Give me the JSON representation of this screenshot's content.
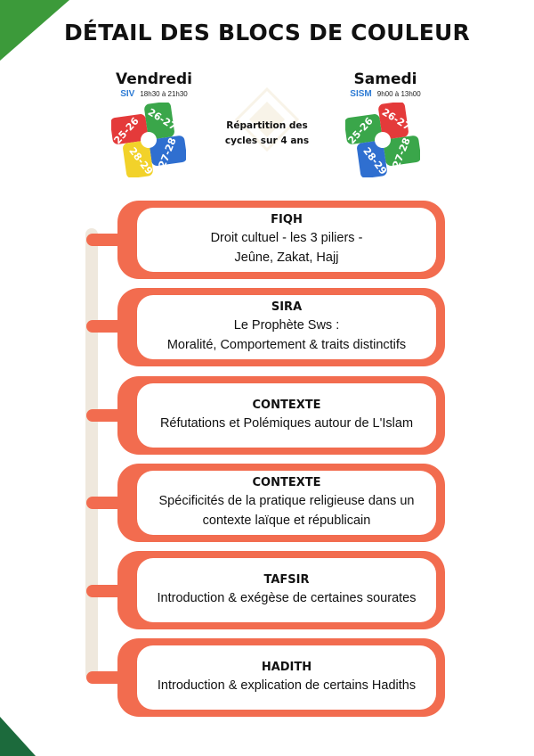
{
  "title": "DÉTAIL DES BLOCS DE COULEUR",
  "center_text": "Répartition des cycles sur 4 ans",
  "days": [
    {
      "name": "Vendredi",
      "code": "SIV",
      "time": "18h30 à 21h30",
      "cycles": [
        "25-26",
        "26-27",
        "27-28",
        "28-29"
      ]
    },
    {
      "name": "Samedi",
      "code": "SISM",
      "time": "9h00 à 13h00",
      "cycles": [
        "25-26",
        "26-27",
        "27-28",
        "28-29"
      ]
    }
  ],
  "colors": {
    "red": "#e43a3a",
    "green": "#3aa64a",
    "blue": "#2f6fd0",
    "yellow": "#f2d22a",
    "accent": "#f26c4f"
  },
  "blocks": [
    {
      "title": "FIQH",
      "lines": [
        "Droit cultuel - les 3 piliers -",
        "Jeûne, Zakat, Hajj"
      ]
    },
    {
      "title": "SIRA",
      "lines": [
        "Le Prophète Sws :",
        "Moralité, Comportement & traits distinctifs"
      ]
    },
    {
      "title": "CONTEXTE",
      "lines": [
        "Réfutations et Polémiques autour de L'Islam"
      ]
    },
    {
      "title": "CONTEXTE",
      "lines": [
        "Spécificités de la pratique religieuse dans un",
        "contexte laïque et républicain"
      ]
    },
    {
      "title": "TAFSIR",
      "lines": [
        "Introduction & exégèse de certaines sourates"
      ]
    },
    {
      "title": "HADITH",
      "lines": [
        "Introduction & explication de certains Hadiths"
      ]
    }
  ]
}
